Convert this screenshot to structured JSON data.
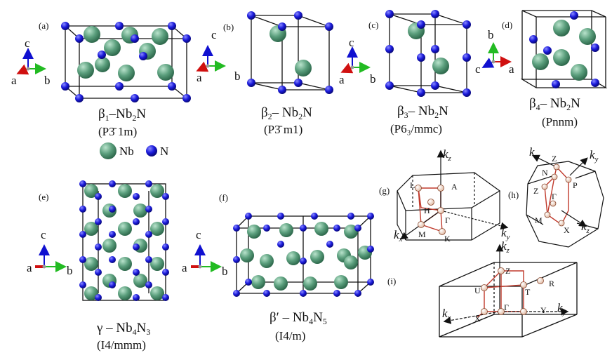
{
  "panels": [
    {
      "letter": "(a)",
      "name": "β",
      "sub1": "1",
      "mid": "–Nb",
      "sub2": "2",
      "tail": "N",
      "spacegroup": "(P3̄ 1m)"
    },
    {
      "letter": "(b)",
      "name": "β",
      "sub1": "2",
      "mid": "– Nb",
      "sub2": "2",
      "tail": "N",
      "spacegroup": "(P3̄ m1)"
    },
    {
      "letter": "(c)",
      "name": "β",
      "sub1": "3",
      "mid": "– Nb",
      "sub2": "2",
      "tail": "N",
      "spacegroup": "(P6₃/mmc)"
    },
    {
      "letter": "(d)",
      "name": "β",
      "sub1": "4",
      "mid": "– Nb",
      "sub2": "2",
      "tail": "N",
      "spacegroup": "(Pnnm)"
    },
    {
      "letter": "(e)",
      "name": "γ",
      "sub1": "",
      "mid": " – Nb",
      "sub2": "4",
      "tail": "N",
      "sub3": "3",
      "spacegroup": "(I4/mmm)"
    },
    {
      "letter": "(f)",
      "name": "β′",
      "sub1": "",
      "mid": " – Nb",
      "sub2": "4",
      "tail": "N",
      "sub3": "5",
      "spacegroup": "(I4/m)"
    }
  ],
  "legend": [
    {
      "label": "Nb",
      "color": "#5a9e7c"
    },
    {
      "label": "N",
      "color": "#1a1adb"
    }
  ],
  "axes": {
    "a": "a",
    "b": "b",
    "c": "c"
  },
  "brillouin": {
    "g": {
      "letter": "(g)",
      "points": [
        "A",
        "L",
        "H",
        "Γ",
        "M",
        "K"
      ],
      "axes": {
        "z": "k",
        "y": "k",
        "x": "k"
      }
    },
    "h": {
      "letter": "(h)",
      "points": [
        "Z",
        "N",
        "Z",
        "P",
        "Γ",
        "M",
        "X"
      ],
      "axes": {
        "x": "k",
        "y": "k",
        "z": "k"
      }
    },
    "i": {
      "letter": "(i)",
      "points": [
        "Z",
        "U",
        "T",
        "R",
        "Γ",
        "X",
        "Y"
      ],
      "axes": {
        "z": "k",
        "x": "k",
        "y": "k"
      }
    }
  },
  "colors": {
    "nb": "#5a9e7c",
    "n": "#1a1adb",
    "bz_path": "#c0392b",
    "axis_a": "#d01010",
    "axis_b": "#22bb22",
    "axis_c": "#1010d0"
  }
}
